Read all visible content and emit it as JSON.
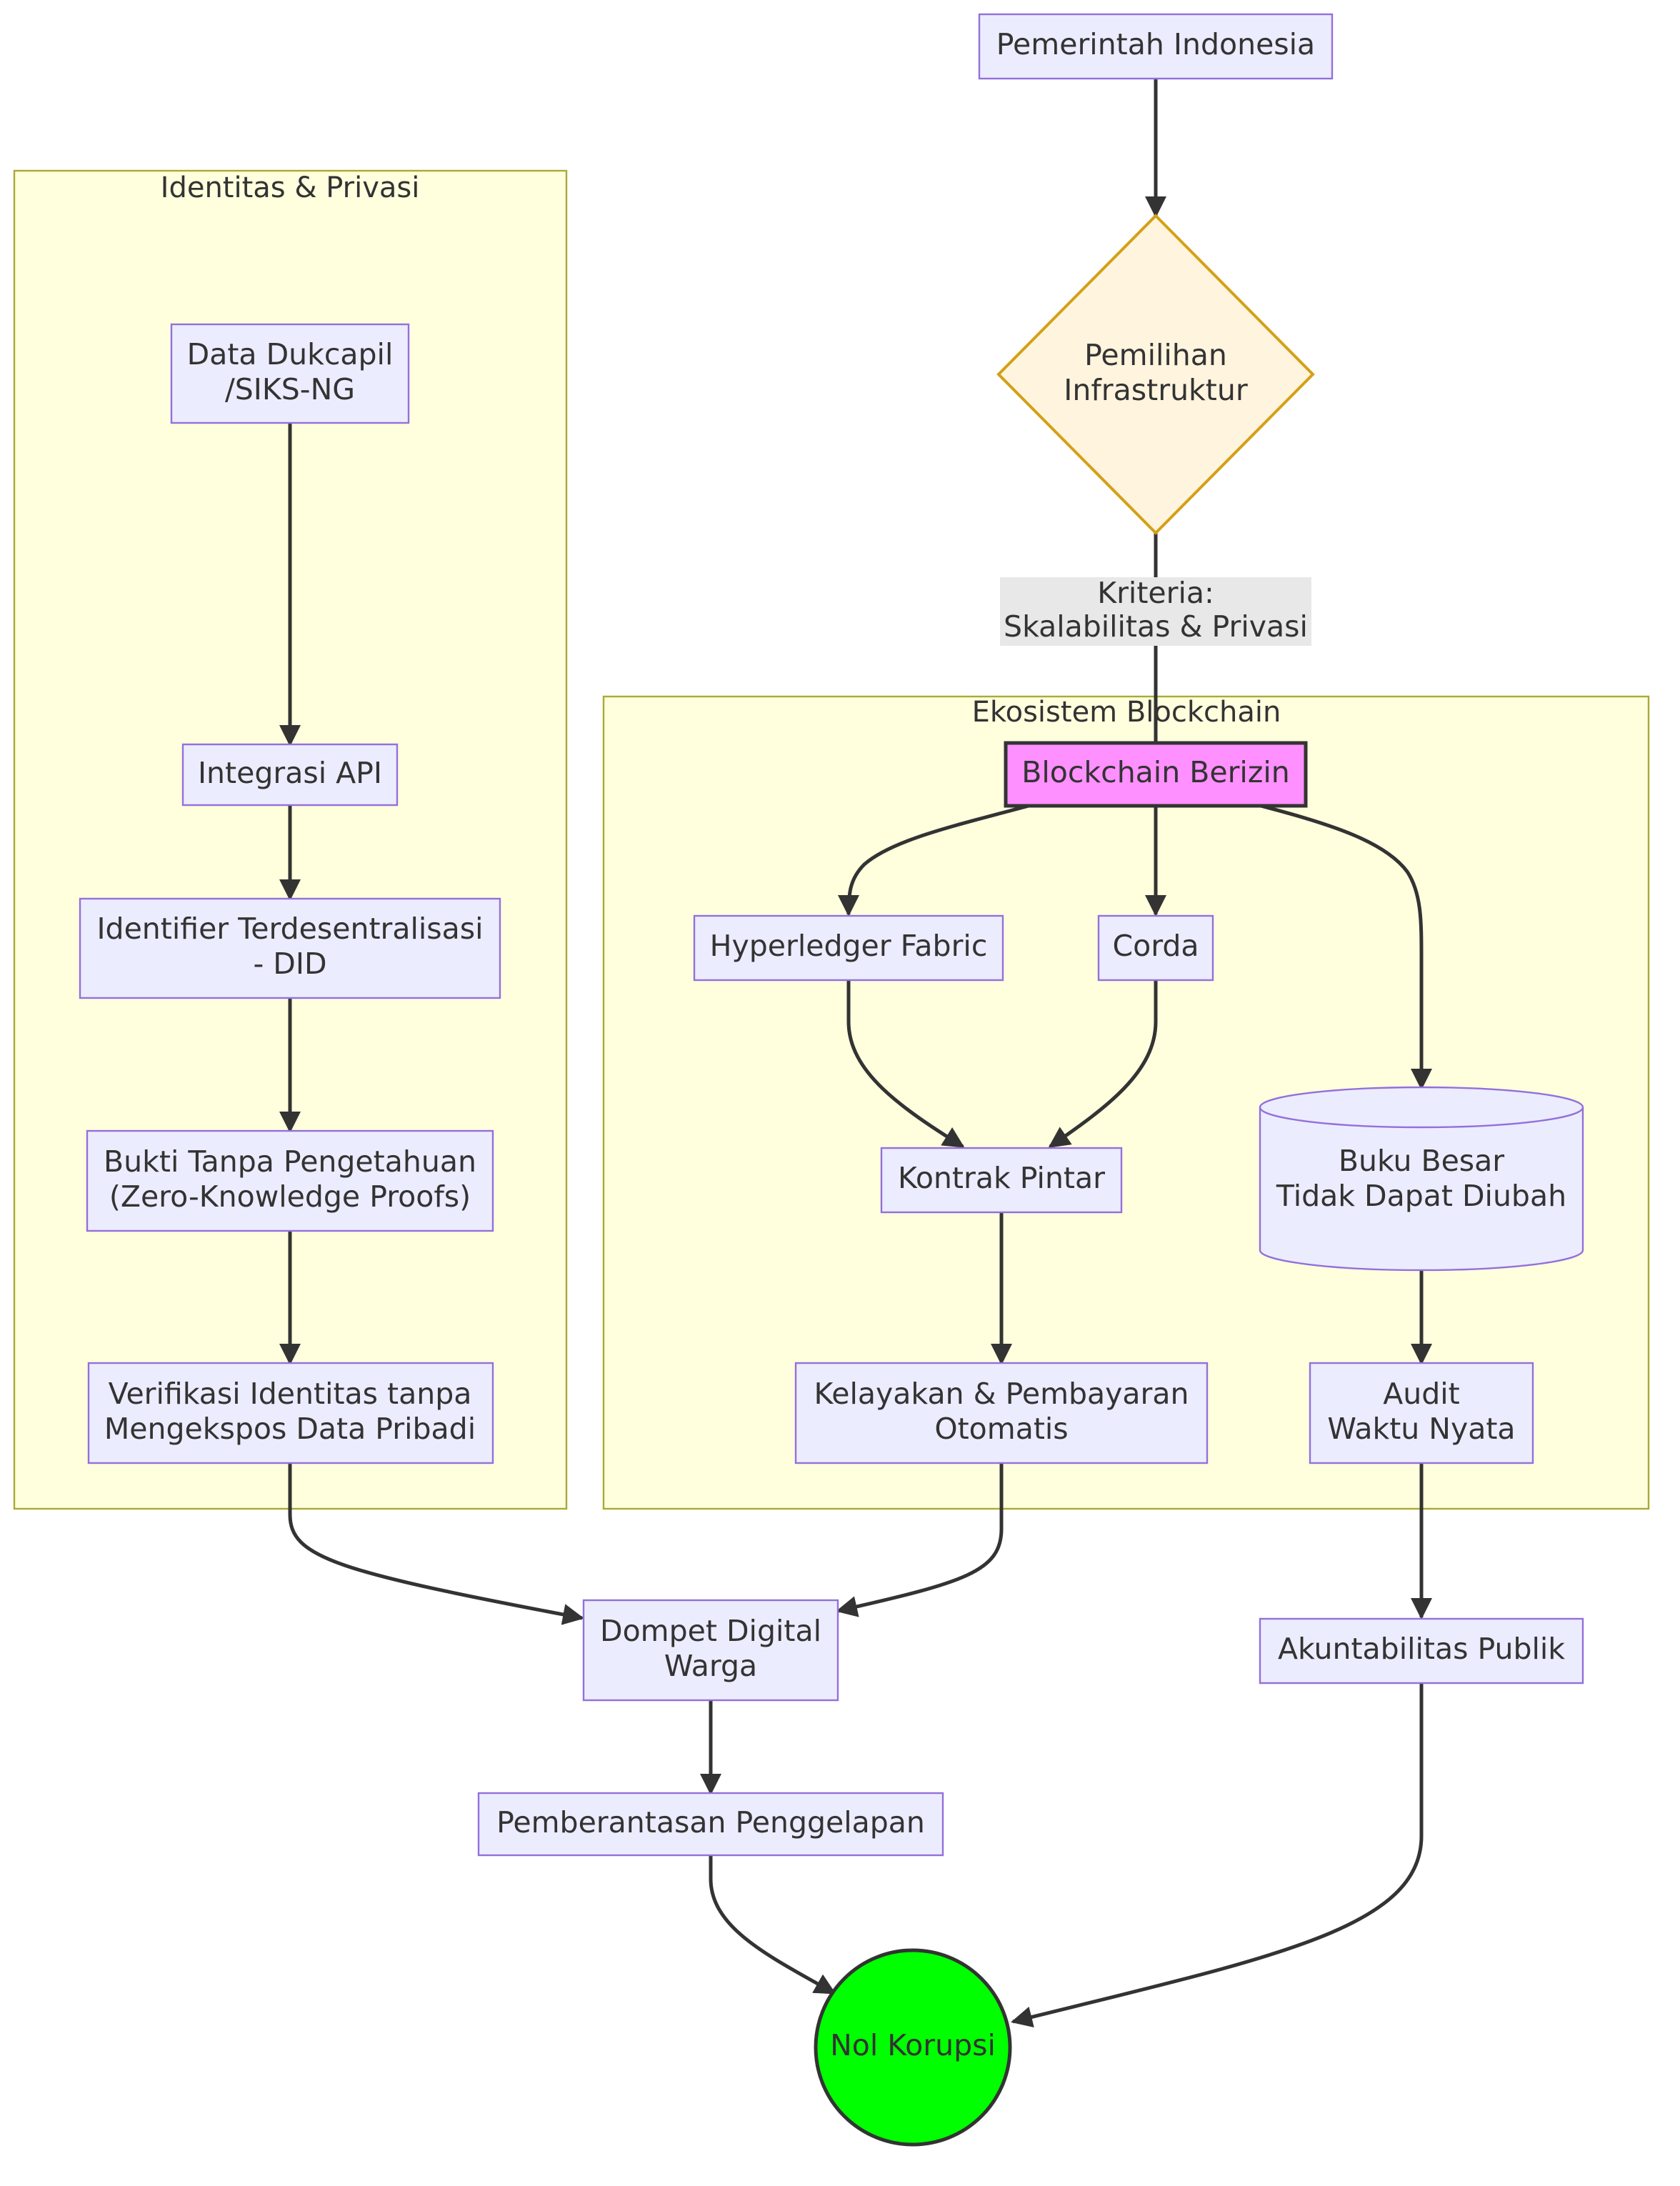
{
  "clusters": {
    "identity": {
      "title": "Identitas & Privasi"
    },
    "blockchain": {
      "title": "Ekosistem Blockchain"
    }
  },
  "nodes": {
    "gov": {
      "lines": [
        "Pemerintah Indonesia"
      ]
    },
    "infra": {
      "lines": [
        "Pemilihan",
        "Infrastruktur"
      ]
    },
    "dukcapil": {
      "lines": [
        "Data Dukcapil",
        "/SIKS-NG"
      ]
    },
    "api": {
      "lines": [
        "Integrasi API"
      ]
    },
    "did": {
      "lines": [
        "Identifier Terdesentralisasi",
        "- DID"
      ]
    },
    "zkp": {
      "lines": [
        "Bukti Tanpa Pengetahuan",
        "(Zero-Knowledge Proofs)"
      ]
    },
    "verify": {
      "lines": [
        "Verifikasi Identitas tanpa",
        "Mengekspos Data Pribadi"
      ]
    },
    "permissioned": {
      "lines": [
        "Blockchain Berizin"
      ]
    },
    "hyperledger": {
      "lines": [
        "Hyperledger Fabric"
      ]
    },
    "corda": {
      "lines": [
        "Corda"
      ]
    },
    "ledger": {
      "lines": [
        "Buku Besar",
        "Tidak Dapat Diubah"
      ]
    },
    "smart": {
      "lines": [
        "Kontrak Pintar"
      ]
    },
    "eligibility": {
      "lines": [
        "Kelayakan & Pembayaran",
        "Otomatis"
      ]
    },
    "audit": {
      "lines": [
        "Audit",
        "Waktu Nyata"
      ]
    },
    "wallet": {
      "lines": [
        "Dompet Digital",
        "Warga"
      ]
    },
    "accountability": {
      "lines": [
        "Akuntabilitas Publik"
      ]
    },
    "embezzle": {
      "lines": [
        "Pemberantasan Penggelapan"
      ]
    },
    "zero": {
      "lines": [
        "Nol Korupsi"
      ]
    }
  },
  "edge_labels": {
    "criteria": {
      "lines": [
        "Kriteria:",
        "Skalabilitas & Privasi"
      ]
    }
  },
  "colors": {
    "node_fill": "#ececff",
    "node_stroke": "#9370db",
    "cluster_fill": "#ffffde",
    "cluster_stroke": "#aaaa33",
    "decision_fill": "#fff4de",
    "decision_stroke": "#d4a017",
    "highlight_fill": "#ff90ff",
    "goal_fill": "#00ff00",
    "edge": "#333333"
  }
}
